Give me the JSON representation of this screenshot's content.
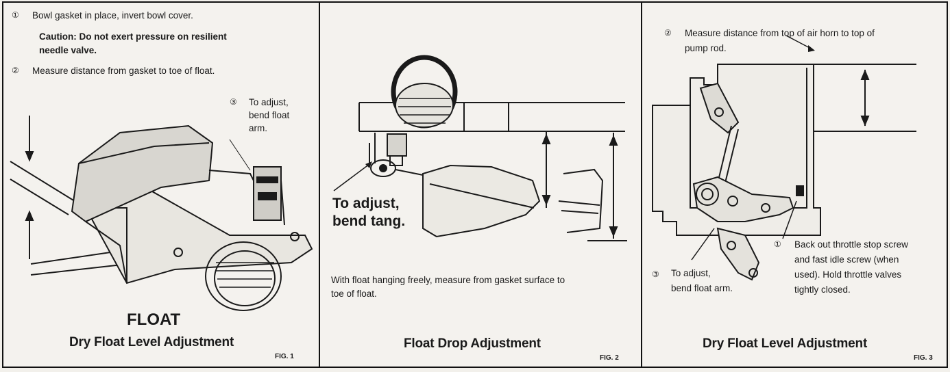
{
  "fig1": {
    "step1_num": "①",
    "step1": "Bowl gasket in place, invert bowl cover.",
    "caution_line1": "Caution:  Do not exert pressure on resilient",
    "caution_line2": "needle valve.",
    "step2_num": "②",
    "step2": "Measure distance from gasket to toe of float.",
    "step3_num": "③",
    "step3_line1": "To adjust,",
    "step3_line2": "bend float",
    "step3_line3": "arm.",
    "part_label": "FLOAT",
    "caption": "Dry Float Level Adjustment",
    "fig_label": "FIG. 1"
  },
  "fig2": {
    "adjust_line1": "To adjust,",
    "adjust_line2": "bend tang.",
    "note_line1": "With float hanging freely, measure from gasket surface to",
    "note_line2": "toe of float.",
    "caption": "Float Drop Adjustment",
    "fig_label": "FIG. 2"
  },
  "fig3": {
    "step2_num": "②",
    "step2_line1": "Measure distance from top of air horn to top of",
    "step2_line2": "pump rod.",
    "step1_num": "①",
    "step1_line1": "Back out throttle stop screw",
    "step1_line2": "and fast idle screw (when",
    "step1_line3": "used). Hold throttle valves",
    "step1_line4": "tightly closed.",
    "step3_num": "③",
    "step3_line1": "To adjust,",
    "step3_line2": "bend float arm.",
    "caption": "Dry Float Level Adjustment",
    "fig_label": "FIG. 3"
  }
}
